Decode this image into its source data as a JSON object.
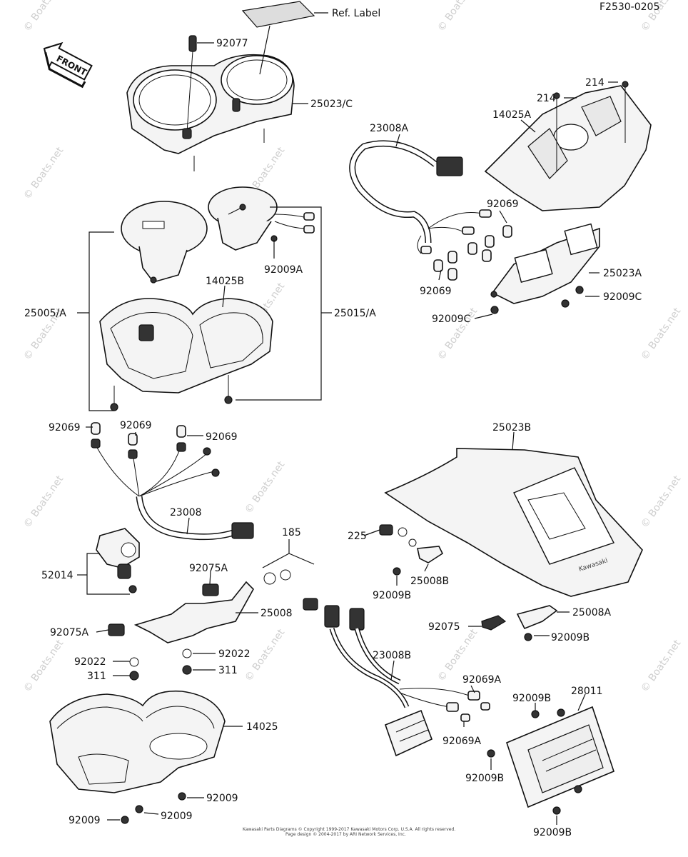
{
  "diagram_id": "F2530-0205",
  "front_label": "FRONT",
  "watermark": "© Boats.net",
  "footer_line1": "Kawasaki Parts Diagrams © Copyright 1999-2017 Kawasaki Motors Corp. U.S.A. All rights reserved.",
  "footer_line2": "Page design © 2004-2017 by ARI Network Services, Inc.",
  "brand_text": "Kawasaki",
  "parts": {
    "ref_label": "Ref. Label",
    "p92077": "92077",
    "p25023c": "25023/C",
    "p214a": "214",
    "p214b": "214",
    "p14025a": "14025A",
    "p23008a": "23008A",
    "p92069a": "92069",
    "p92069b": "92069",
    "p25023a": "25023A",
    "p92009c1": "92009C",
    "p92009c2": "92009C",
    "p92009a": "92009A",
    "p14025b": "14025B",
    "p25005a": "25005/A",
    "p25015a": "25015/A",
    "p92069c": "92069",
    "p92069d": "92069",
    "p92069e": "92069",
    "p23008": "23008",
    "p25023b": "25023B",
    "p185": "185",
    "p225": "225",
    "p25008b": "25008B",
    "p92009b1": "92009B",
    "p52014": "52014",
    "p92075a1": "92075A",
    "p25008": "25008",
    "p92075a2": "92075A",
    "p92022a": "92022",
    "p92022b": "92022",
    "p311a": "311",
    "p311b": "311",
    "p92075": "92075",
    "p25008a": "25008A",
    "p92009b2": "92009B",
    "p23008b": "23008B",
    "p92069a1": "92069A",
    "p92069a2": "92069A",
    "p92009b3": "92009B",
    "p28011": "28011",
    "p92009b4": "92009B",
    "p92009b5": "92009B",
    "p14025": "14025",
    "p92009a1": "92009",
    "p92009a2": "92009",
    "p92009a3": "92009"
  }
}
